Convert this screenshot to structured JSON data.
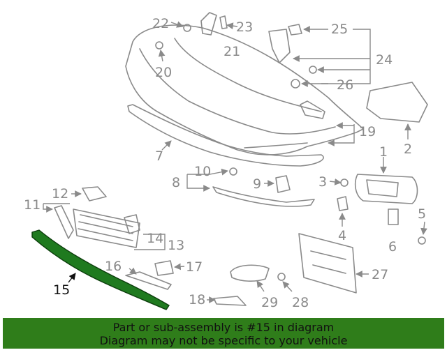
{
  "callouts": {
    "c1": "1",
    "c2": "2",
    "c3": "3",
    "c4": "4",
    "c5": "5",
    "c6": "6",
    "c7": "7",
    "c8": "8",
    "c9": "9",
    "c10": "10",
    "c11": "11",
    "c12": "12",
    "c13": "13",
    "c14": "14",
    "c15": "15",
    "c16": "16",
    "c17": "17",
    "c18": "18",
    "c19": "19",
    "c20": "20",
    "c21": "21",
    "c22": "22",
    "c23": "23",
    "c24": "24",
    "c25": "25",
    "c26": "26",
    "c27": "27",
    "c28": "28",
    "c29": "29"
  },
  "highlight": {
    "part": "15",
    "color": "#1f7a1f"
  },
  "banner": {
    "line1": "Part or sub-assembly is #15 in diagram",
    "line2": "Diagram may not be specific to your vehicle",
    "color": "#2f7d1a"
  }
}
